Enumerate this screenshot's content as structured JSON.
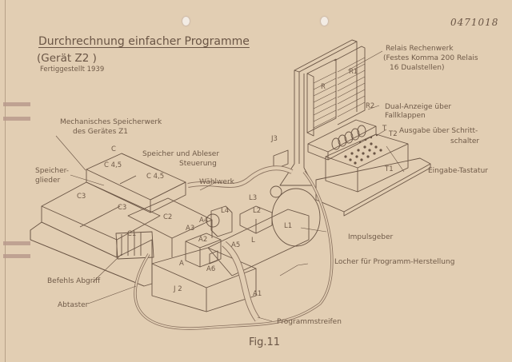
{
  "document": {
    "reference_number": "0471018",
    "title": "Durchrechnung einfacher Programme",
    "subtitle": "(Gerät Z2 )",
    "completed": "Fertiggestellt 1939",
    "figure_caption": "Fig.11",
    "paper_color": "#e2ceb3",
    "ink_color": "#6a5545"
  },
  "annotations": [
    {
      "id": "relais",
      "text": "Relais Rechenwerk"
    },
    {
      "id": "relais_detail_1",
      "text": "(Festes Komma 200 Relais"
    },
    {
      "id": "relais_detail_2",
      "text": "16 Dualstellen)"
    },
    {
      "id": "dual_anzeige_1",
      "text": "Dual-Anzeige über"
    },
    {
      "id": "dual_anzeige_2",
      "text": "Fallklappen"
    },
    {
      "id": "ausgabe_1",
      "text": "Ausgabe über Schritt-"
    },
    {
      "id": "ausgabe_2",
      "text": "schalter"
    },
    {
      "id": "eingabe",
      "text": "Eingabe-Tastatur"
    },
    {
      "id": "mech_1",
      "text": "Mechanisches Speicherwerk"
    },
    {
      "id": "mech_2",
      "text": "des Gerätes Z1"
    },
    {
      "id": "speicher_ableser_1",
      "text": "Speicher und Ableser"
    },
    {
      "id": "speicher_ableser_2",
      "text": "Steuerung"
    },
    {
      "id": "speicherglieder_1",
      "text": "Speicher-"
    },
    {
      "id": "speicherglieder_2",
      "text": "glieder"
    },
    {
      "id": "waehlwerk",
      "text": "Wählwerk"
    },
    {
      "id": "impulsgeber",
      "text": "Impulsgeber"
    },
    {
      "id": "locher",
      "text": "Locher für Programm-Herstellung"
    },
    {
      "id": "befehls",
      "text": "Befehls Abgriff"
    },
    {
      "id": "abtaster",
      "text": "Abtaster"
    },
    {
      "id": "programmstreifen",
      "text": "Programmstreifen"
    }
  ],
  "part_tags": {
    "R": "R",
    "R1": "R1",
    "R2": "R2",
    "T": "T",
    "T1": "T1",
    "T2": "T2",
    "J2": "J 2",
    "J3": "J3",
    "C": "C",
    "C45a": "C 4,5",
    "C45b": "C 4,5",
    "C3a": "C3",
    "C3b": "C3",
    "C2": "C2",
    "C1": "C1",
    "A": "A",
    "A1": "A1",
    "A2": "A2",
    "A3": "A3",
    "A4": "A4",
    "A5": "A5",
    "A6": "A6",
    "L": "L",
    "L1": "L1",
    "L2": "L2",
    "L3": "L3",
    "L4": "L4"
  }
}
